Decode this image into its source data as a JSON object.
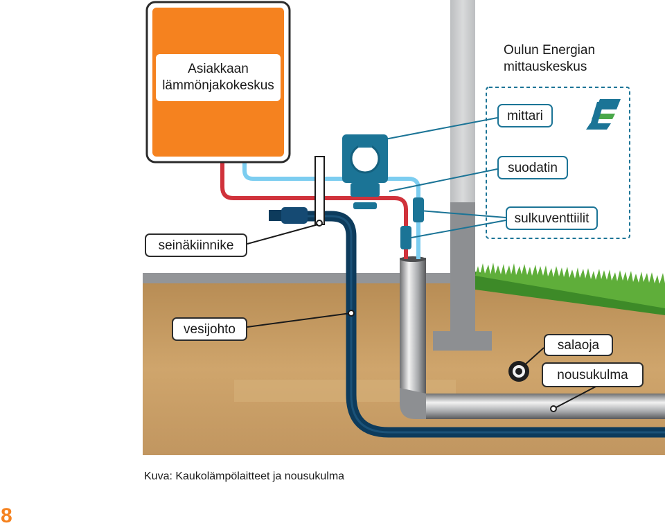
{
  "unit": {
    "title_line1": "Asiakkaan",
    "title_line2": "lämmönjakokeskus",
    "fill_color": "#f5821f"
  },
  "meter_center": {
    "line1": "Oulun Energian",
    "line2": "mittauskeskus",
    "items": [
      "mittari",
      "suodatin",
      "sulkuventtiilit"
    ],
    "logo": "oulun-energia-logo"
  },
  "labels": {
    "wall_bracket": "seinäkiinnike",
    "water_pipe": "vesijohto",
    "drain_pipe": "salaoja",
    "riser_bend": "nousukulma"
  },
  "colors": {
    "supply_pipe": "#d0323b",
    "return_pipe": "#7ccdf0",
    "meter": "#1b7496",
    "water_pipe": "#0d3b5c",
    "soil": "#c79b62",
    "grass": "#4a9c2e",
    "accent": "#f5821f"
  },
  "caption": "Kuva: Kaukolämpölaitteet ja nousukulma",
  "page_number": "8"
}
